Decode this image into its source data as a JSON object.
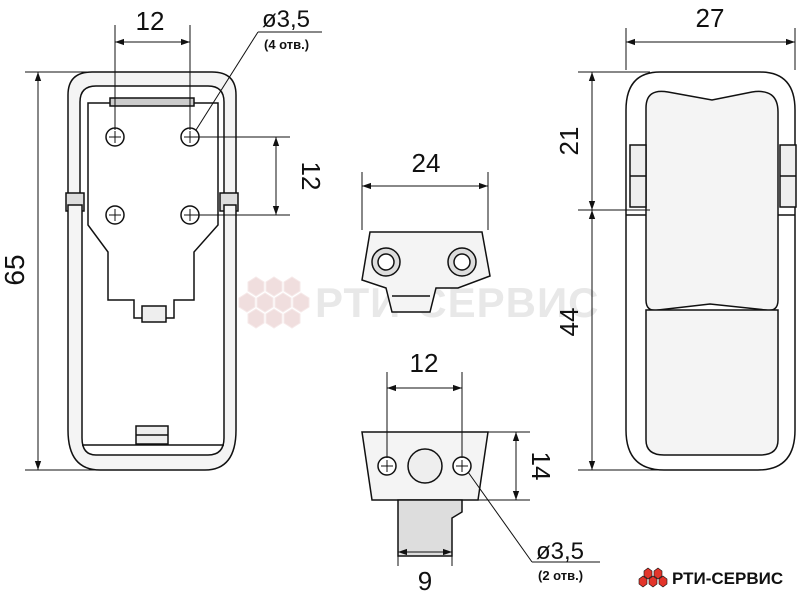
{
  "colors": {
    "line": "#111111",
    "fill_light": "#f4f4f4",
    "fill_mid": "#dddddd",
    "watermark": "#eeeeee",
    "logo_red": "#e2352b"
  },
  "dimensions": {
    "top_left_width": "12",
    "hole_4_diameter": "ø3,5",
    "hole_4_note": "(4 отв.)",
    "hole_spacing_vertical": "12",
    "overall_height": "65",
    "bracket_width": "24",
    "lower_hole_spacing": "12",
    "lower_height": "14",
    "lower_base_width": "9",
    "hole_2_diameter": "ø3,5",
    "hole_2_note": "(2 отв.)",
    "side_width": "27",
    "side_upper_height": "21",
    "side_lower_height": "44"
  },
  "watermark": {
    "text": "РТИ-СЕРВИС",
    "icon": "hexagon-cluster-icon"
  },
  "logo": {
    "text": "РТИ-СЕРВИС",
    "icon": "hexagon-cluster-icon"
  }
}
